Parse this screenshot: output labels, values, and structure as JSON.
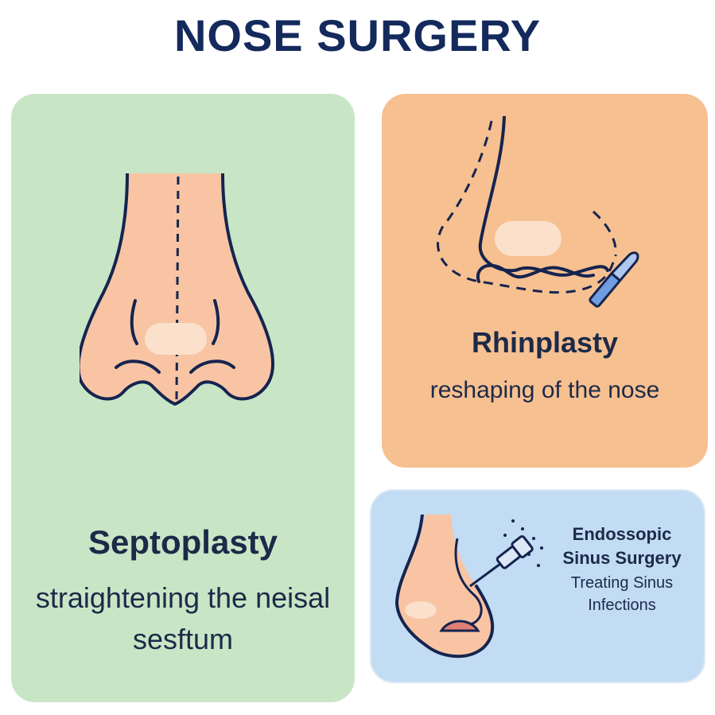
{
  "title": "NOSE SURGERY",
  "cards": [
    {
      "icon": "septum-nose-icon",
      "name": "Septoplasty",
      "description": "straightening the neisal sesftum",
      "color": "#c8e6c6"
    },
    {
      "icon": "nose-profile-scalpel-icon",
      "name": "Rhinplasty",
      "description": "reshaping of the nose",
      "color": "#f7c091"
    },
    {
      "icon": "endoscope-nose-icon",
      "name_lines": [
        "Endossopic",
        "Sinus Surgery"
      ],
      "description_lines": [
        "Treating Sinus",
        "Infections"
      ],
      "color": "#c2dcf4"
    }
  ],
  "colors": {
    "title": "#14295c",
    "text": "#1c2a48",
    "outline": "#15244f",
    "skin": "#f8c4a4"
  }
}
